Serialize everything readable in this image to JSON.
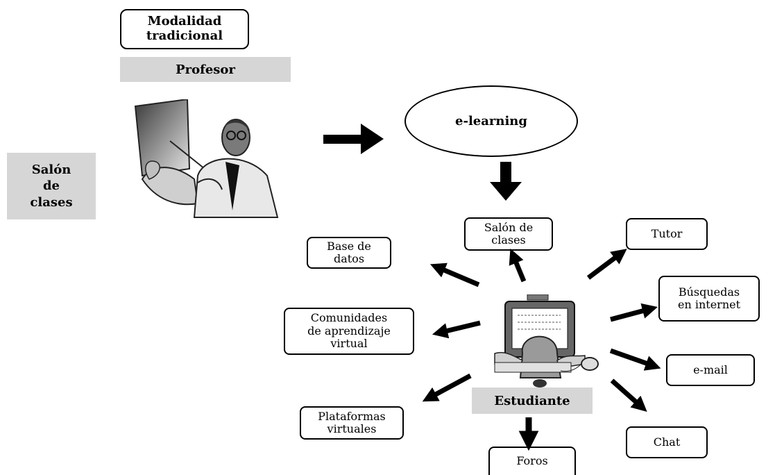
{
  "traditional": {
    "modality": "Modalidad\ntradicional",
    "teacher": "Profesor",
    "classroom": "Salón\nde\nclases"
  },
  "elearning": {
    "label": "e-learning"
  },
  "student": {
    "label": "Estudiante"
  },
  "resources": {
    "salon": "Salón de\nclases",
    "tutor": "Tutor",
    "base": "Base de\ndatos",
    "busquedas": "Búsquedas\nen internet",
    "comunidades": "Comunidades\nde aprendizaje\nvirtual",
    "email": "e-mail",
    "plataformas": "Plataformas\nvirtuales",
    "chat": "Chat",
    "foros": "Foros"
  }
}
